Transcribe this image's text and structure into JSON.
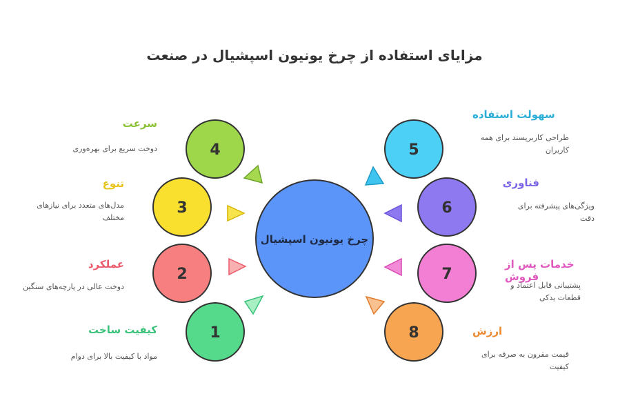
{
  "title": "مزایای استفاده از چرخ  یونیون اسپشیال در صنعت",
  "center": {
    "label": "چرخ یونیون اسپشیال",
    "color": "#5b95f9"
  },
  "items": [
    {
      "number": "1",
      "title": "کیفیت ساخت",
      "desc": "مواد با کیفیت بالا برای دوام",
      "color": "#55d98b",
      "text_color": "#3ac27a"
    },
    {
      "number": "2",
      "title": "عملکرد",
      "desc": "دوخت عالی در پارچه‌های سنگین",
      "color": "#f87f7f",
      "text_color": "#ea5b6b"
    },
    {
      "number": "3",
      "title": "تنوع",
      "desc": "مدل‌های متعدد برای نیازهای مختلف",
      "color": "#f9e02f",
      "text_color": "#e8c41a"
    },
    {
      "number": "4",
      "title": "سرعت",
      "desc": "دوخت سریع برای بهره‌وری",
      "color": "#9ed84a",
      "text_color": "#8bc034"
    },
    {
      "number": "5",
      "title": "سهولت استفاده",
      "desc": "طراحی کاربرپسند برای همه کاربران",
      "color": "#4dd0f5",
      "text_color": "#2aaed8"
    },
    {
      "number": "6",
      "title": "فناوری",
      "desc": "ویژگی‌های پیشرفته برای دقت",
      "color": "#8e79f0",
      "text_color": "#7a63e6"
    },
    {
      "number": "7",
      "title": "خدمات پس از فروش",
      "desc": "پشتیبانی قابل اعتماد و قطعات یدکی",
      "color": "#f27fd3",
      "text_color": "#e058be"
    },
    {
      "number": "8",
      "title": "ارزش",
      "desc": "قیمت مقرون به صرفه برای کیفیت",
      "color": "#f8a552",
      "text_color": "#ec8b33"
    }
  ]
}
